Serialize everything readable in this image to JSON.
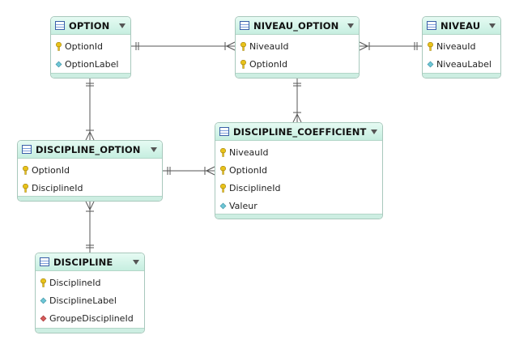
{
  "icons": {
    "table": "table-icon",
    "expand": "chevron-down-icon",
    "key": "key-icon",
    "attr": "diamond-icon",
    "fk": "red-diamond-icon"
  },
  "colors": {
    "header": "#c6eee0",
    "border": "#a8c8bc",
    "key": "#e8c21a",
    "attr": "#6ec6d6",
    "fk": "#d45a5a",
    "line": "#555555"
  },
  "tables": [
    {
      "id": "option",
      "name": "OPTION",
      "columns": [
        {
          "name": "OptionId",
          "type": "key"
        },
        {
          "name": "OptionLabel",
          "type": "attr"
        }
      ]
    },
    {
      "id": "niveau_option",
      "name": "NIVEAU_OPTION",
      "columns": [
        {
          "name": "NiveauId",
          "type": "key"
        },
        {
          "name": "OptionId",
          "type": "key"
        }
      ]
    },
    {
      "id": "niveau",
      "name": "NIVEAU",
      "columns": [
        {
          "name": "NiveauId",
          "type": "key"
        },
        {
          "name": "NiveauLabel",
          "type": "attr"
        }
      ]
    },
    {
      "id": "discipline_option",
      "name": "DISCIPLINE_OPTION",
      "columns": [
        {
          "name": "OptionId",
          "type": "key"
        },
        {
          "name": "DisciplineId",
          "type": "key"
        }
      ]
    },
    {
      "id": "discipline_coefficient",
      "name": "DISCIPLINE_COEFFICIENT",
      "columns": [
        {
          "name": "NiveauId",
          "type": "key"
        },
        {
          "name": "OptionId",
          "type": "key"
        },
        {
          "name": "DisciplineId",
          "type": "key"
        },
        {
          "name": "Valeur",
          "type": "attr"
        }
      ]
    },
    {
      "id": "discipline",
      "name": "DISCIPLINE",
      "columns": [
        {
          "name": "DisciplineId",
          "type": "key"
        },
        {
          "name": "DisciplineLabel",
          "type": "attr"
        },
        {
          "name": "GroupeDisciplineId",
          "type": "fk"
        }
      ]
    }
  ],
  "relationships": [
    {
      "id": "option-niveau_option",
      "from": "option",
      "to": "niveau_option",
      "from_end": "one",
      "to_end": "many"
    },
    {
      "id": "niveau-niveau_option",
      "from": "niveau",
      "to": "niveau_option",
      "from_end": "one",
      "to_end": "many"
    },
    {
      "id": "option-discipline_option",
      "from": "option",
      "to": "discipline_option",
      "from_end": "one",
      "to_end": "many"
    },
    {
      "id": "niveau_option-discipline_coefficient",
      "from": "niveau_option",
      "to": "discipline_coefficient",
      "from_end": "one",
      "to_end": "many"
    },
    {
      "id": "discipline_option-discipline_coefficient",
      "from": "discipline_option",
      "to": "discipline_coefficient",
      "from_end": "one",
      "to_end": "many"
    },
    {
      "id": "discipline-discipline_option",
      "from": "discipline",
      "to": "discipline_option",
      "from_end": "one",
      "to_end": "many"
    }
  ]
}
